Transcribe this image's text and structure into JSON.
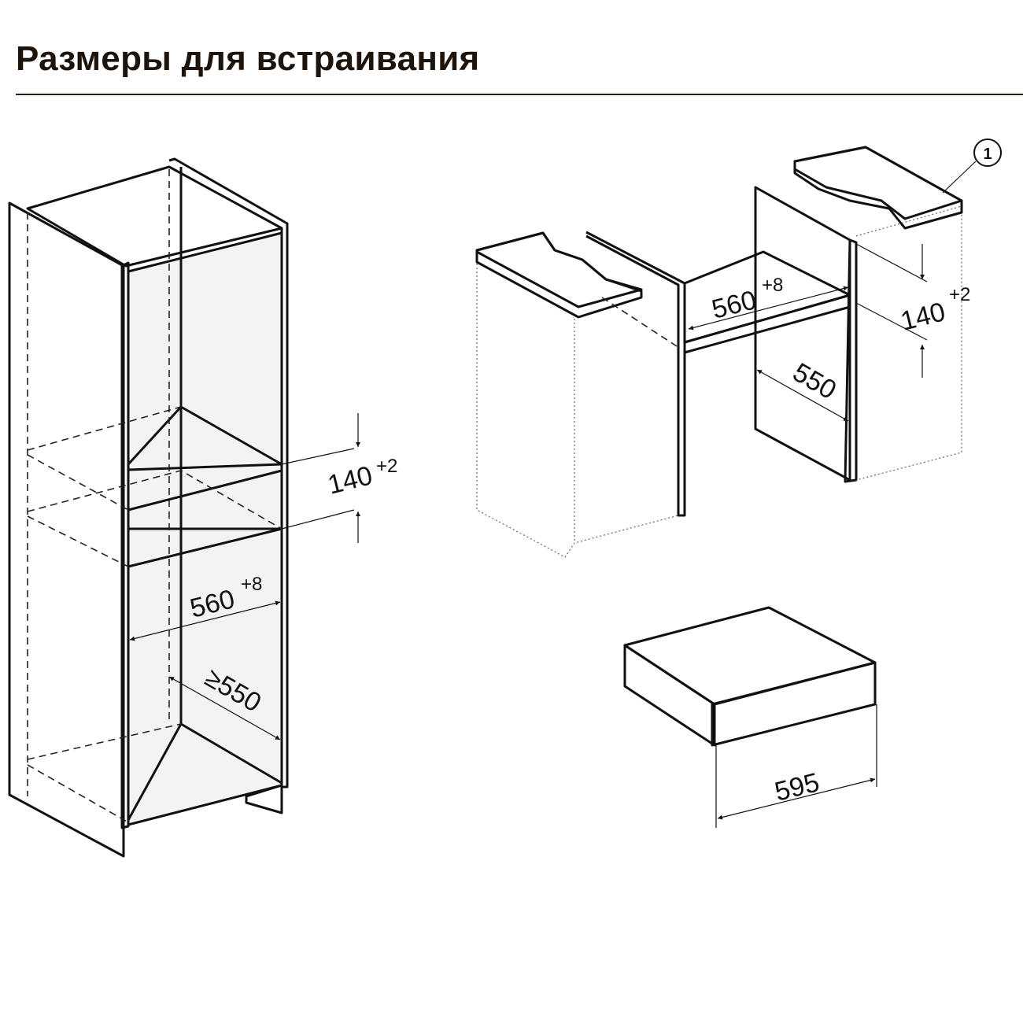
{
  "title": "Размеры для встраивания",
  "tall_cabinet": {
    "niche_height": "140",
    "niche_height_tol": "+2",
    "niche_width": "560",
    "niche_width_tol": "+8",
    "niche_depth": "≥550"
  },
  "base_cabinet": {
    "niche_width": "560",
    "niche_width_tol": "+8",
    "niche_height": "140",
    "niche_height_tol": "+2",
    "niche_depth": "550",
    "callout": "1"
  },
  "drawer": {
    "width": "595"
  },
  "colors": {
    "line": "#111111",
    "side": "#d9d9d9",
    "face": "#f2f2f2",
    "top": "#e2e2e2"
  }
}
